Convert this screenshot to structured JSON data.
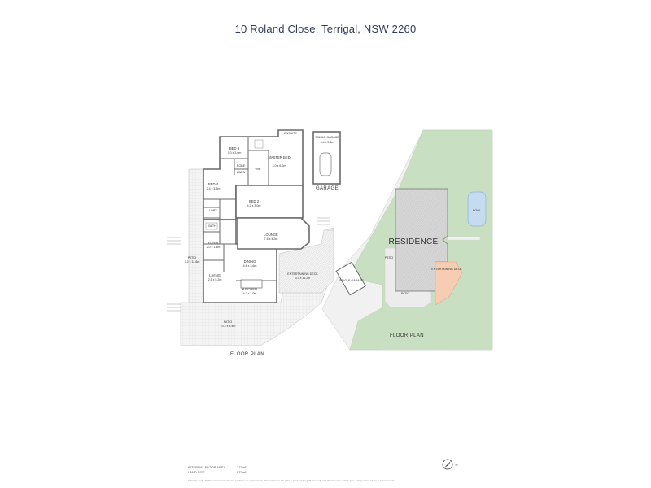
{
  "header": {
    "address": "10 Roland Close, Terrigal, NSW 2260"
  },
  "floor_plan": {
    "caption": "FLOOR PLAN",
    "rooms": [
      {
        "id": "bed3",
        "name": "BED 3",
        "dims": "3.0 x 3.6m"
      },
      {
        "id": "master",
        "name": "MASTER BED",
        "dims": "4.0 x 6.2m"
      },
      {
        "id": "wir",
        "name": "WIR"
      },
      {
        "id": "robe",
        "name": "ROBE"
      },
      {
        "id": "linen",
        "name": "LINEN"
      },
      {
        "id": "ensuite",
        "name": "ENSUITE"
      },
      {
        "id": "bed4",
        "name": "BED 4",
        "dims": "2.4 x 3.3m"
      },
      {
        "id": "bed2",
        "name": "BED 2",
        "dims": "4.2 x 3.0m"
      },
      {
        "id": "ldry",
        "name": "LDRY"
      },
      {
        "id": "bath",
        "name": "BATH"
      },
      {
        "id": "foyer",
        "name": "FOYER",
        "dims": "2.0 x 1.4m"
      },
      {
        "id": "lounge",
        "name": "LOUNGE",
        "dims": "7.5 x 4.2m"
      },
      {
        "id": "dining",
        "name": "DINING",
        "dims": "4.8 x 3.6m"
      },
      {
        "id": "living",
        "name": "LIVING",
        "dims": "2.5 x 5.2m"
      },
      {
        "id": "kitchen",
        "name": "KITCHEN",
        "dims": "4.2 x 3.0m"
      },
      {
        "id": "patio_side",
        "name": "PATIO",
        "dims": "3.2 x 14.6m"
      },
      {
        "id": "patio_main",
        "name": "PATIO",
        "dims": "10.4 x 5.4m"
      },
      {
        "id": "deck",
        "name": "ENTERTAINING DECK",
        "dims": "3.0 x 11.2m"
      },
      {
        "id": "garage_bay",
        "name": "SINGLE GARAGE",
        "dims": "3.4 x 5.6m"
      }
    ],
    "garage_caption": "GARAGE"
  },
  "site_plan": {
    "caption": "FLOOR PLAN",
    "residence": "RESIDENCE",
    "pool": "POOL",
    "patio_left": "PATIO",
    "patio_bottom": "PATIO",
    "deck": "ENTERTAINING DECK",
    "garage": "SINGLE GARAGE"
  },
  "footer": {
    "rows": [
      {
        "label": "INTERNAL FLOOR AREA",
        "value": "173m²"
      },
      {
        "label": "LAND SIZE",
        "value": "873m²"
      }
    ],
    "disclaimer": "Indicative only. All dimensions and element positions are approximate. Information on this plan is provided for guidance only and should not be relied upon. Independent advice is recommended."
  },
  "compass": {
    "label": "N"
  },
  "colors": {
    "wall": "#6a6a6a",
    "grass": "#c9dfc2",
    "building": "#dcdcdc",
    "deck": "#f6cdb3",
    "pool": "#c5dbef",
    "patio": "#ececec"
  }
}
